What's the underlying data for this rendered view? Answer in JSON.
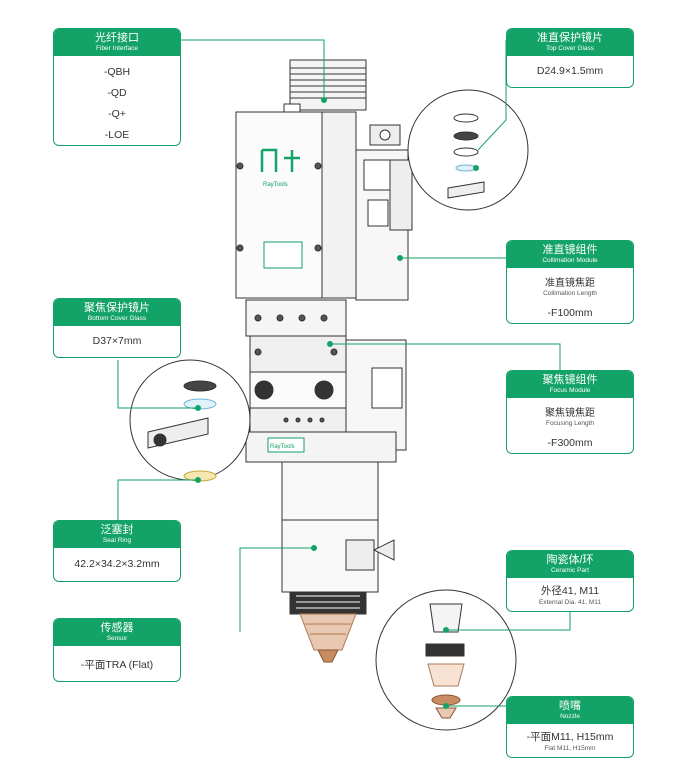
{
  "colors": {
    "accent": "#13a267",
    "line": "#13a267",
    "stroke": "#333333"
  },
  "labels": {
    "fiber": {
      "cn": "光纤接口",
      "en": "Fiber Interface",
      "items": [
        "-QBH",
        "-QD",
        "-Q+",
        "-LOE"
      ]
    },
    "top_cover": {
      "cn": "准直保护镜片",
      "en": "Top Cover Glass",
      "value": "D24.9×1.5mm"
    },
    "collimation": {
      "cn": "准直镜组件",
      "en": "Collimation Module",
      "sub_cn": "准直镜焦距",
      "sub_en": "Collimation Length",
      "value": "-F100mm"
    },
    "bottom_cover": {
      "cn": "聚焦保护镜片",
      "en": "Bottom Cover Glass",
      "value": "D37×7mm"
    },
    "focus": {
      "cn": "聚焦镜组件",
      "en": "Focus Module",
      "sub_cn": "聚焦镜焦距",
      "sub_en": "Focusing Length",
      "value": "-F300mm"
    },
    "seal": {
      "cn": "泛塞封",
      "en": "Seal Ring",
      "value": "42.2×34.2×3.2mm"
    },
    "ceramic": {
      "cn": "陶瓷体/环",
      "en": "Ceramic Part",
      "value_cn": "外径41, M11",
      "value_en": "External Dia. 41, M11"
    },
    "sensor": {
      "cn": "传感器",
      "en": "Sensor",
      "value": "-平面TRA (Flat)"
    },
    "nozzle": {
      "cn": "喷嘴",
      "en": "Nozzle",
      "value_cn": "-平面M11, H15mm",
      "value_en": "Flat M11, H15mm"
    }
  },
  "brand": {
    "name": "RayTools"
  }
}
